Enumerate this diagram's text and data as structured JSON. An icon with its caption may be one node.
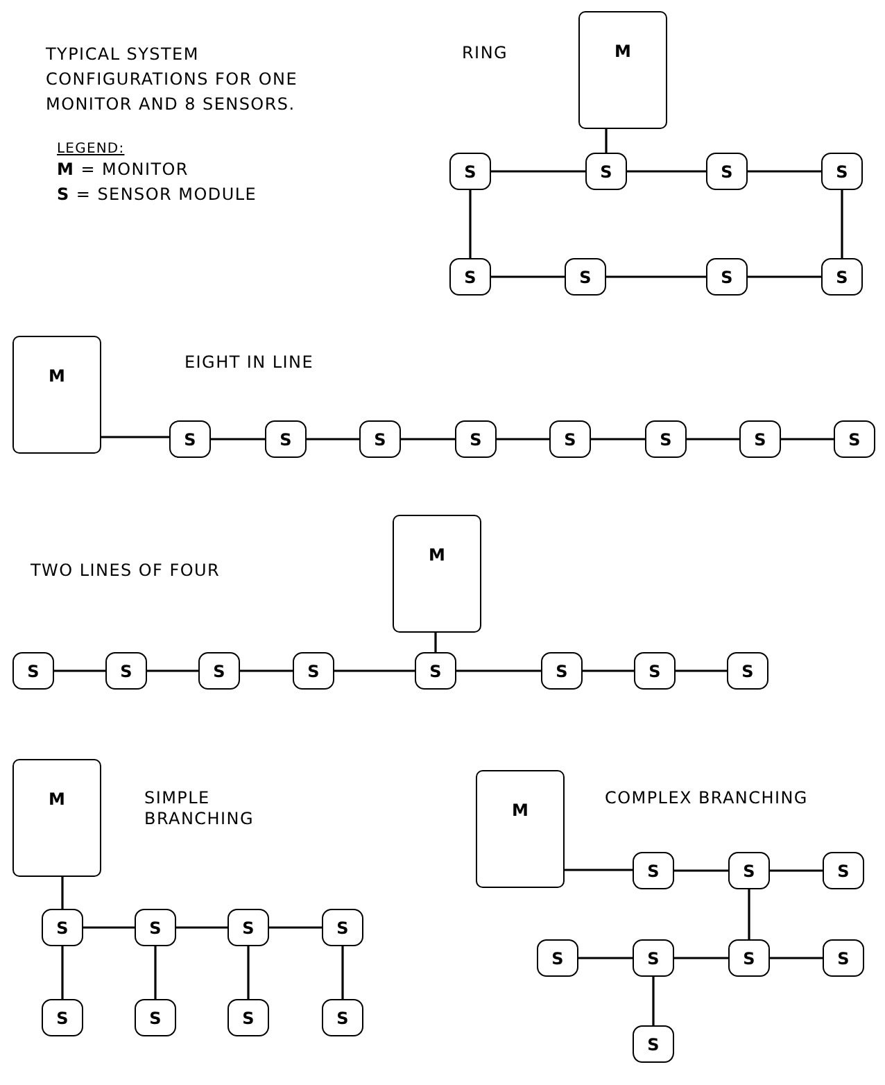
{
  "diagram": {
    "title": "TYPICAL SYSTEM CONFIGURATIONS FOR ONE MONITOR AND 8 SENSORS.",
    "nodes": [
      {
        "text": [
          "M"
        ]
      },
      {
        "text": [
          "S"
        ]
      },
      {
        "text": [
          "S"
        ]
      },
      {
        "text": [
          "S"
        ]
      },
      {
        "text": [
          "S"
        ]
      },
      {
        "text": [
          "S"
        ]
      },
      {
        "text": [
          "S"
        ]
      },
      {
        "text": [
          "S"
        ]
      },
      {
        "text": [
          "S"
        ]
      },
      {
        "text": [
          "M"
        ]
      },
      {
        "text": [
          "S"
        ]
      },
      {
        "text": [
          "S"
        ]
      },
      {
        "text": [
          "S"
        ]
      },
      {
        "text": [
          "S"
        ]
      },
      {
        "text": [
          "S"
        ]
      },
      {
        "text": [
          "S"
        ]
      },
      {
        "text": [
          "S"
        ]
      },
      {
        "text": [
          "S"
        ]
      },
      {
        "text": [
          "M"
        ]
      },
      {
        "text": [
          "S"
        ]
      },
      {
        "text": [
          "S"
        ]
      },
      {
        "text": [
          "S"
        ]
      },
      {
        "text": [
          "S"
        ]
      },
      {
        "text": [
          "S"
        ]
      },
      {
        "text": [
          "S"
        ]
      },
      {
        "text": [
          "S"
        ]
      },
      {
        "text": [
          "S"
        ]
      },
      {
        "text": [
          "M"
        ]
      },
      {
        "text": [
          "S"
        ]
      },
      {
        "text": [
          "S"
        ]
      },
      {
        "text": [
          "S"
        ]
      },
      {
        "text": [
          "S"
        ]
      },
      {
        "text": [
          "S"
        ]
      },
      {
        "text": [
          "S"
        ]
      },
      {
        "text": [
          "S"
        ]
      },
      {
        "text": [
          "S"
        ]
      },
      {
        "text": [
          "M"
        ]
      },
      {
        "text": [
          "S"
        ]
      },
      {
        "text": [
          "S"
        ]
      },
      {
        "text": [
          "S"
        ]
      },
      {
        "text": [
          "S"
        ]
      },
      {
        "text": [
          "S"
        ]
      },
      {
        "text": [
          "S"
        ]
      },
      {
        "text": [
          "S"
        ]
      },
      {
        "text": [
          "S"
        ]
      }
    ],
    "edges": [
      {
        "from": 0,
        "to": 2,
        "arrow": "none"
      },
      {
        "from": 1,
        "to": 2,
        "arrow": "none"
      },
      {
        "from": 2,
        "to": 3,
        "arrow": "none"
      },
      {
        "from": 3,
        "to": 4,
        "arrow": "none"
      },
      {
        "from": 1,
        "to": 5,
        "arrow": "none"
      },
      {
        "from": 4,
        "to": 8,
        "arrow": "none"
      },
      {
        "from": 5,
        "to": 6,
        "arrow": "none"
      },
      {
        "from": 6,
        "to": 7,
        "arrow": "none"
      },
      {
        "from": 7,
        "to": 8,
        "arrow": "none"
      },
      {
        "from": 9,
        "to": 10,
        "arrow": "none"
      },
      {
        "from": 10,
        "to": 11,
        "arrow": "none"
      },
      {
        "from": 11,
        "to": 12,
        "arrow": "none"
      },
      {
        "from": 12,
        "to": 13,
        "arrow": "none"
      },
      {
        "from": 13,
        "to": 14,
        "arrow": "none"
      },
      {
        "from": 14,
        "to": 15,
        "arrow": "none"
      },
      {
        "from": 15,
        "to": 16,
        "arrow": "none"
      },
      {
        "from": 16,
        "to": 17,
        "arrow": "none"
      },
      {
        "from": 19,
        "to": 20,
        "arrow": "none"
      },
      {
        "from": 20,
        "to": 21,
        "arrow": "none"
      },
      {
        "from": 21,
        "to": 22,
        "arrow": "none"
      },
      {
        "from": 22,
        "to": 23,
        "arrow": "none"
      },
      {
        "from": 18,
        "to": 23,
        "arrow": "none"
      },
      {
        "from": 23,
        "to": 24,
        "arrow": "none"
      },
      {
        "from": 24,
        "to": 25,
        "arrow": "none"
      },
      {
        "from": 25,
        "to": 26,
        "arrow": "none"
      },
      {
        "from": 27,
        "to": 28,
        "arrow": "none"
      },
      {
        "from": 28,
        "to": 29,
        "arrow": "none"
      },
      {
        "from": 29,
        "to": 30,
        "arrow": "none"
      },
      {
        "from": 30,
        "to": 31,
        "arrow": "none"
      },
      {
        "from": 28,
        "to": 32,
        "arrow": "none"
      },
      {
        "from": 29,
        "to": 33,
        "arrow": "none"
      },
      {
        "from": 30,
        "to": 34,
        "arrow": "none"
      },
      {
        "from": 31,
        "to": 35,
        "arrow": "none"
      },
      {
        "from": 36,
        "to": 37,
        "arrow": "none"
      },
      {
        "from": 37,
        "to": 38,
        "arrow": "none"
      },
      {
        "from": 38,
        "to": 39,
        "arrow": "none"
      },
      {
        "from": 38,
        "to": 42,
        "arrow": "none"
      },
      {
        "from": 40,
        "to": 41,
        "arrow": "none"
      },
      {
        "from": 41,
        "to": 42,
        "arrow": "none"
      },
      {
        "from": 42,
        "to": 43,
        "arrow": "none"
      },
      {
        "from": 41,
        "to": 44,
        "arrow": "none"
      }
    ],
    "labels": [
      "LEGEND:",
      "**M** = MONITOR",
      "**S** = SENSOR MODULE",
      "RING",
      "EIGHT IN LINE",
      "TWO LINES OF FOUR",
      "SIMPLE BRANCHING",
      "COMPLEX BRANCHING"
    ]
  }
}
